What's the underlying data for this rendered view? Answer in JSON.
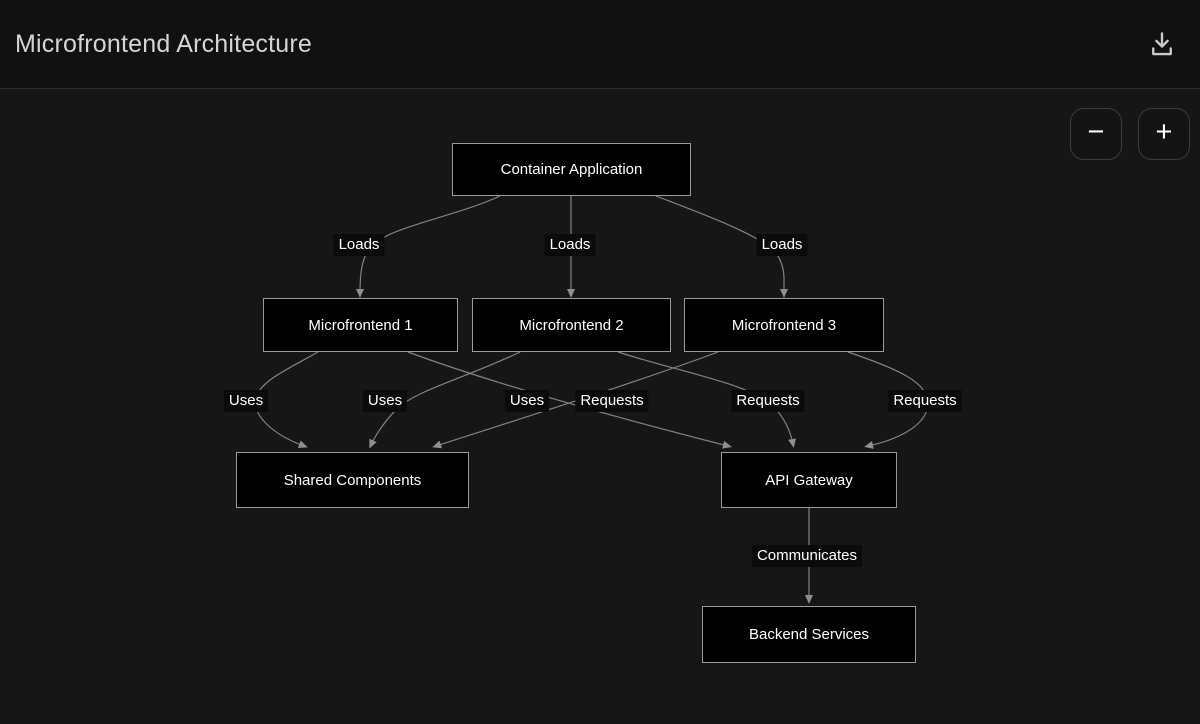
{
  "header": {
    "title": "Microfrontend Architecture"
  },
  "controls": {
    "zoom_out_glyph": "−",
    "zoom_in_glyph": "+"
  },
  "diagram": {
    "nodes": {
      "container": {
        "label": "Container Application"
      },
      "mf1": {
        "label": "Microfrontend 1"
      },
      "mf2": {
        "label": "Microfrontend 2"
      },
      "mf3": {
        "label": "Microfrontend 3"
      },
      "shared": {
        "label": "Shared Components"
      },
      "api": {
        "label": "API Gateway"
      },
      "backend": {
        "label": "Backend Services"
      }
    },
    "edge_labels": {
      "loads1": "Loads",
      "loads2": "Loads",
      "loads3": "Loads",
      "uses1": "Uses",
      "uses2": "Uses",
      "uses3": "Uses",
      "requests1": "Requests",
      "requests2": "Requests",
      "requests3": "Requests",
      "communicates": "Communicates"
    },
    "edges": [
      {
        "from": "Container Application",
        "to": "Microfrontend 1",
        "label": "Loads"
      },
      {
        "from": "Container Application",
        "to": "Microfrontend 2",
        "label": "Loads"
      },
      {
        "from": "Container Application",
        "to": "Microfrontend 3",
        "label": "Loads"
      },
      {
        "from": "Microfrontend 1",
        "to": "Shared Components",
        "label": "Uses"
      },
      {
        "from": "Microfrontend 2",
        "to": "Shared Components",
        "label": "Uses"
      },
      {
        "from": "Microfrontend 3",
        "to": "Shared Components",
        "label": "Uses"
      },
      {
        "from": "Microfrontend 1",
        "to": "API Gateway",
        "label": "Requests"
      },
      {
        "from": "Microfrontend 2",
        "to": "API Gateway",
        "label": "Requests"
      },
      {
        "from": "Microfrontend 3",
        "to": "API Gateway",
        "label": "Requests"
      },
      {
        "from": "API Gateway",
        "to": "Backend Services",
        "label": "Communicates"
      }
    ],
    "colors": {
      "background": "#161616",
      "header_background": "#111111",
      "node_fill": "#000000",
      "node_border": "#9a9a9a",
      "node_text": "#ffffff",
      "edge_stroke": "#828282",
      "title_text": "#d5d5d5"
    }
  }
}
